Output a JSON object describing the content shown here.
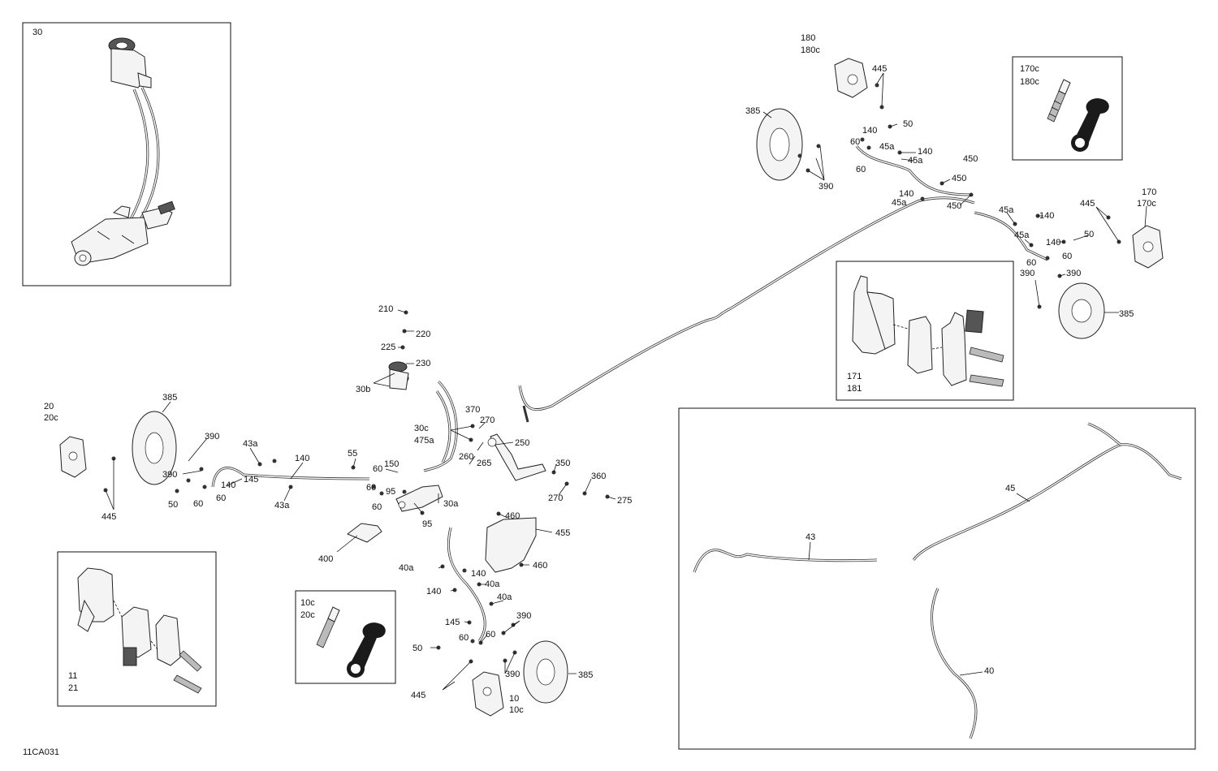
{
  "diagram_code": "11CA031",
  "boxes": {
    "master_cylinder": {
      "label": "30"
    },
    "rear_bleeder": {
      "labels": [
        "170c",
        "180c"
      ]
    },
    "rear_pads": {
      "labels": [
        "171",
        "181"
      ]
    },
    "front_pads": {
      "labels": [
        "11",
        "21"
      ]
    },
    "front_bleeder": {
      "labels": [
        "10c",
        "20c"
      ]
    },
    "lines": {
      "labels": [
        "43",
        "45",
        "40"
      ]
    }
  },
  "callouts": {
    "c180": "180",
    "c180c": "180c",
    "c445_rr_top": "445",
    "c385_rr": "385",
    "c140_a": "140",
    "c50_a": "50",
    "c60_a": "60",
    "c45a_a": "45a",
    "c140_b": "140",
    "c45a_b": "45a",
    "c60_b": "60",
    "c450_a": "450",
    "c450_b": "450",
    "c390_rr": "390",
    "c140_c": "140",
    "c45a_c": "45a",
    "c450_c": "450",
    "c45a_d": "45a",
    "c140_d": "140",
    "c45a_e": "45a",
    "c140_e": "140",
    "c50_b": "50",
    "c60_c": "60",
    "c60_d": "60",
    "c390_rl_a": "390",
    "c390_rl_b": "390",
    "c445_rl": "445",
    "c170": "170",
    "c170c": "170c",
    "c385_rl": "385",
    "c210": "210",
    "c220": "220",
    "c225": "225",
    "c230": "230",
    "c30b": "30b",
    "c20": "20",
    "c20c": "20c",
    "c385_fl": "385",
    "c390_fl_a": "390",
    "c390_fl_b": "390",
    "c43a_a": "43a",
    "c140_f": "140",
    "c145_a": "145",
    "c140_g": "140",
    "c50_c": "50",
    "c60_e": "60",
    "c60_f": "60",
    "c43a_b": "43a",
    "c445_fl": "445",
    "c55": "55",
    "c60_g": "60",
    "c150": "150",
    "c60_h": "60",
    "c95_a": "95",
    "c60_i": "60",
    "c30a": "30a",
    "c95_b": "95",
    "c400": "400",
    "c30c": "30c",
    "c475a": "475a",
    "c370": "370",
    "c270_a": "270",
    "c250": "250",
    "c260": "260",
    "c265": "265",
    "c350": "350",
    "c360": "360",
    "c270_b": "270",
    "c275": "275",
    "c460_a": "460",
    "c455": "455",
    "c460_b": "460",
    "c40a_a": "40a",
    "c140_h": "140",
    "c40a_b": "40a",
    "c140_i": "140",
    "c40a_c": "40a",
    "c145_b": "145",
    "c60_j": "60",
    "c60_k": "60",
    "c390_fr_a": "390",
    "c50_d": "50",
    "c390_fr_b": "390",
    "c385_fr": "385",
    "c445_fr": "445",
    "c10": "10",
    "c10c": "10c"
  }
}
